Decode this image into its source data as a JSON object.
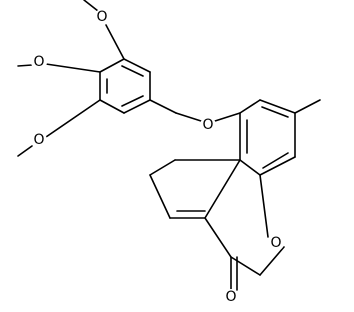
{
  "molecule": {
    "atom_labels": {
      "o_methoxy_top": "O",
      "o_methoxy_middle": "O",
      "o_methoxy_bottom": "O",
      "o_benzyl_ether": "O",
      "o_lactone_ring": "O",
      "o_carbonyl": "O"
    }
  },
  "colors": {
    "bond": "#000000",
    "background": "#ffffff"
  }
}
